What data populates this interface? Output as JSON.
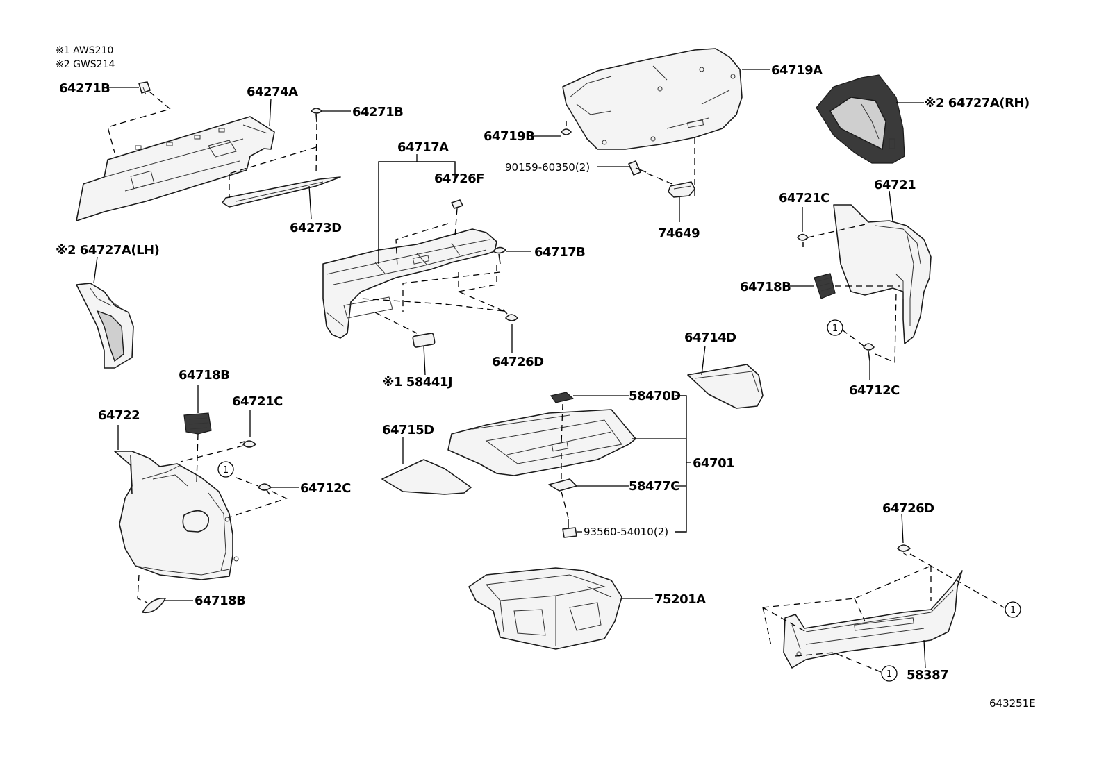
{
  "notes": [
    {
      "mark": "※1",
      "text": "AWS210"
    },
    {
      "mark": "※2",
      "text": "GWS214"
    }
  ],
  "labels": {
    "p64271B_a": "64271B",
    "p64274A": "64274A",
    "p64271B_b": "64271B",
    "p64273D": "64273D",
    "p64727A_LH": "※2 64727A(LH)",
    "p64717A": "64717A",
    "p64726F": "64726F",
    "p64717B": "64717B",
    "p64726D_a": "64726D",
    "p58441J": "※1 58441J",
    "p64719A": "64719A",
    "p64719B": "64719B",
    "p90159": "90159-60350(2)",
    "p74649": "74649",
    "p64727A_RH": "※2 64727A(RH)",
    "p64721": "64721",
    "p64721C_a": "64721C",
    "p64718B_a": "64718B",
    "p64712C_a": "64712C",
    "p64714D": "64714D",
    "p58470D": "58470D",
    "p64701": "64701",
    "p58477C": "58477C",
    "p93560": "93560-54010(2)",
    "p64715D": "64715D",
    "p64718B_b": "64718B",
    "p64721C_b": "64721C",
    "p64722": "64722",
    "p64712C_b": "64712C",
    "p64718B_c": "64718B",
    "p75201A": "75201A",
    "p64726D_b": "64726D",
    "p58387": "58387"
  },
  "ref_marks": [
    "1",
    "1",
    "1",
    "1"
  ],
  "diagram_code": "643251E"
}
